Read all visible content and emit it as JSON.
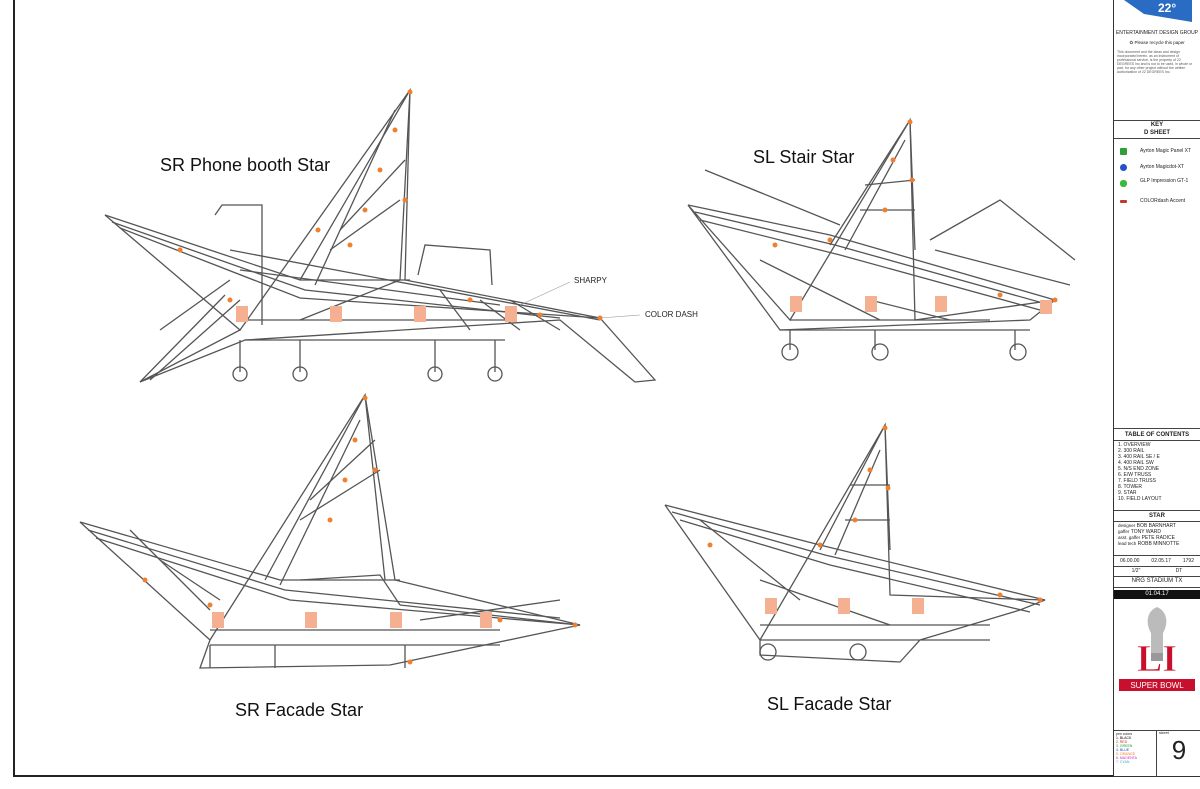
{
  "views": {
    "sr_phone_booth": "SR Phone booth Star",
    "sl_stair": "SL Stair Star",
    "sr_facade": "SR Facade Star",
    "sl_facade": "SL Facade Star"
  },
  "callouts": {
    "sharpy": "SHARPY",
    "color_dash": "COLOR DASH"
  },
  "title_block": {
    "company": "ENTERTAINMENT DESIGN GROUP",
    "recycle_note": "Please recycle this paper",
    "disclaimer": "This document and the ideas and design incorporated herein, as an instrument of professional service, is the property of 22 DEGREES Inc and is not to be used, in whole or part, for any other project without the written authorization of 22 DEGREES Inc.",
    "key_title": "KEY",
    "key_subtitle": "D SHEET",
    "legend": [
      {
        "label": "Ayrton Magic Panel XT",
        "color": "#2e9e3a",
        "icon": "square-fixture-icon"
      },
      {
        "label": "Ayrton Magicdot-XT",
        "color": "#2450c8",
        "icon": "dot-fixture-icon"
      },
      {
        "label": "GLP Impression GT-1",
        "color": "#3cb83c",
        "icon": "moving-head-icon"
      },
      {
        "label": "COLORdash Accent",
        "color": "#c0392b",
        "icon": "dash-fixture-icon"
      }
    ],
    "toc_title": "TABLE OF CONTENTS",
    "toc": [
      "1. OVERVIEW",
      "2. 300 RAIL",
      "3. 400 RAIL SE / E",
      "4. 400 RAIL SW",
      "5. N/S END ZONE",
      "6. E/W TRUSS",
      "7. FIELD TRUSS",
      "8. TOWER",
      "9. STAR",
      "10. FIELD LAYOUT"
    ],
    "sheet_title": "STAR",
    "credits": [
      {
        "role": "designer",
        "name": "BOB BARNHART"
      },
      {
        "role": "gaffer",
        "name": "TONY WARD"
      },
      {
        "role": "asst. gaffer",
        "name": "PETE RADICE"
      },
      {
        "role": "lead tech",
        "name": "ROBB MINNOTTE"
      }
    ],
    "version": "06.00.00",
    "drawn_date": "02.05.17",
    "number": "1792",
    "scale": "1/2\"",
    "drawn_by": "DT",
    "venue": "NRG STADIUM TX",
    "date_bar": "01.04.17",
    "logo_text": "SUPER BOWL",
    "logo_letters": "LI",
    "color_key_title": "pen colors",
    "color_key": [
      "1. BLACK",
      "2. RED",
      "3. GREEN",
      "4. BLUE",
      "5. ORANGE",
      "6. MAGENTA",
      "7. CYAN"
    ],
    "color_key_colors": [
      "#000000",
      "#e02020",
      "#20a020",
      "#2040d0",
      "#f08020",
      "#d020c0",
      "#20b0c0"
    ],
    "sheet_label": "sheet",
    "sheet_number": "9"
  }
}
